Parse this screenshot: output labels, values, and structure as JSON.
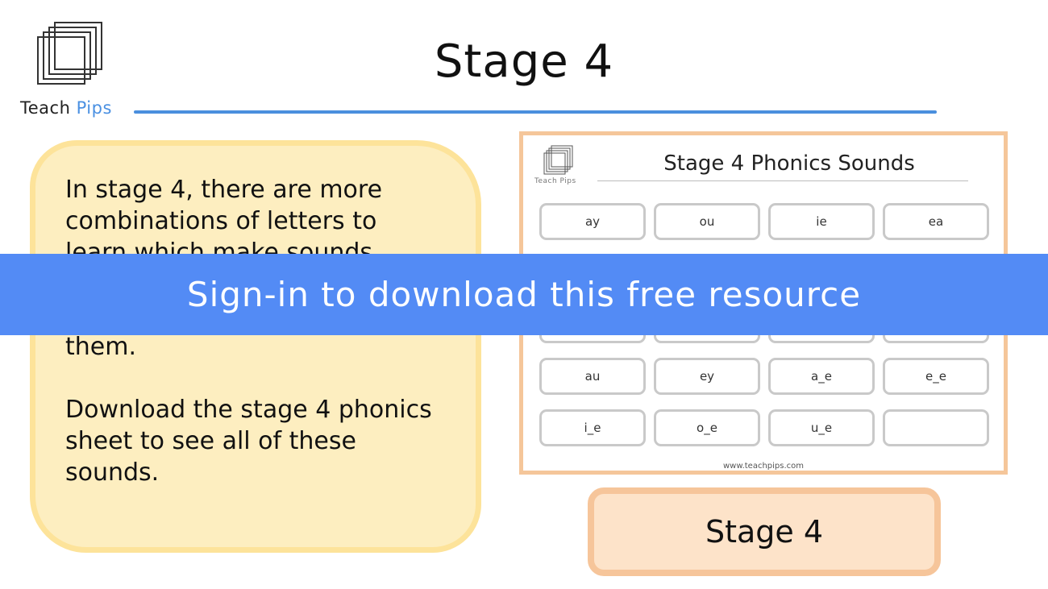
{
  "logo": {
    "text_part1": "Teach",
    "text_part2": "Pips"
  },
  "header": {
    "title": "Stage 4"
  },
  "info_card": {
    "paragraphs": [
      "In stage 4, there are more combinations of letters to learn which make sounds. Some of these sounds have letters have gaps between them.",
      "Download the stage 4 phonics sheet to see all of these sounds."
    ]
  },
  "worksheet": {
    "logo_text": "Teach Pips",
    "title": "Stage 4 Phonics Sounds",
    "cells": [
      "ay",
      "ou",
      "ie",
      "ea",
      "",
      "",
      "",
      "",
      "",
      "",
      "",
      "",
      "au",
      "ey",
      "a_e",
      "e_e",
      "i_e",
      "o_e",
      "u_e",
      ""
    ],
    "footer": "www.teachpips.com"
  },
  "stage_button": {
    "label": "Stage 4"
  },
  "signin_banner": {
    "label": "Sign-in to download this free resource"
  },
  "colors": {
    "accent_blue": "#4a8fde",
    "banner_blue": "#538bf5",
    "card_yellow": "#fdeec0",
    "card_orange": "#fde3c9"
  }
}
